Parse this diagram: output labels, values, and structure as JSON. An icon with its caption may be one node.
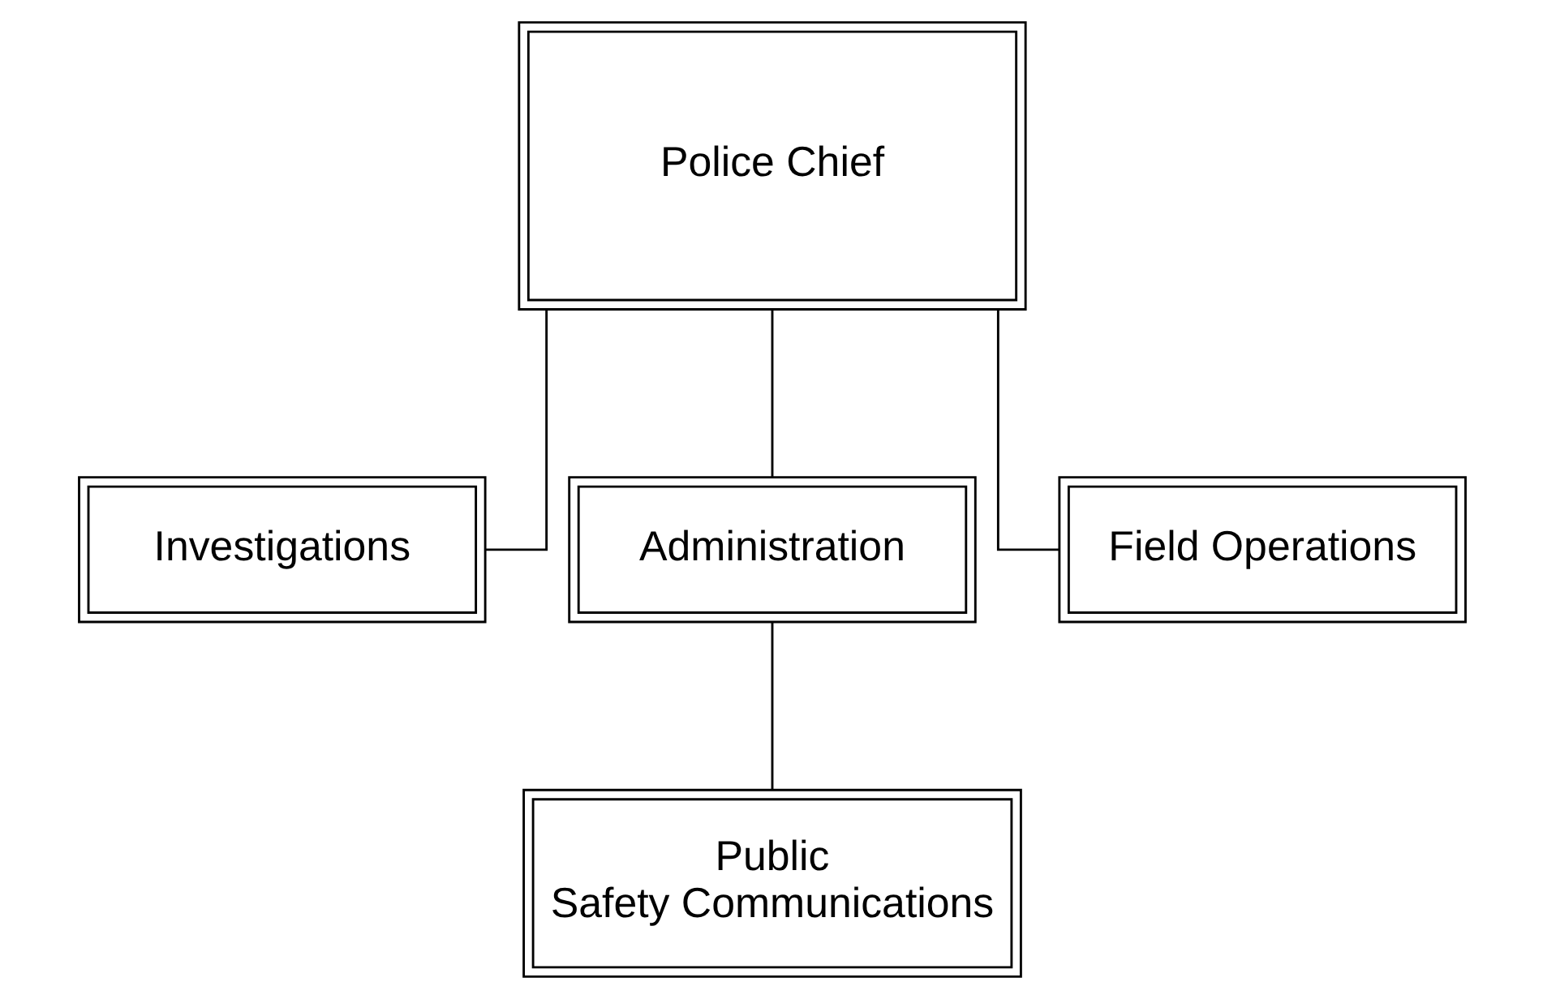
{
  "diagram": {
    "nodes": [
      {
        "text": [
          "Police Chief"
        ]
      },
      {
        "text": [
          "Investigations"
        ]
      },
      {
        "text": [
          "Administration"
        ]
      },
      {
        "text": [
          "Field Operations"
        ]
      },
      {
        "text": [
          "Public Safety Communications"
        ]
      }
    ],
    "edges": [
      {
        "from": 0,
        "to": 1,
        "arrow": "none"
      },
      {
        "from": 0,
        "to": 2,
        "arrow": "none"
      },
      {
        "from": 0,
        "to": 3,
        "arrow": "none"
      },
      {
        "from": 2,
        "to": 4,
        "arrow": "none"
      }
    ]
  }
}
